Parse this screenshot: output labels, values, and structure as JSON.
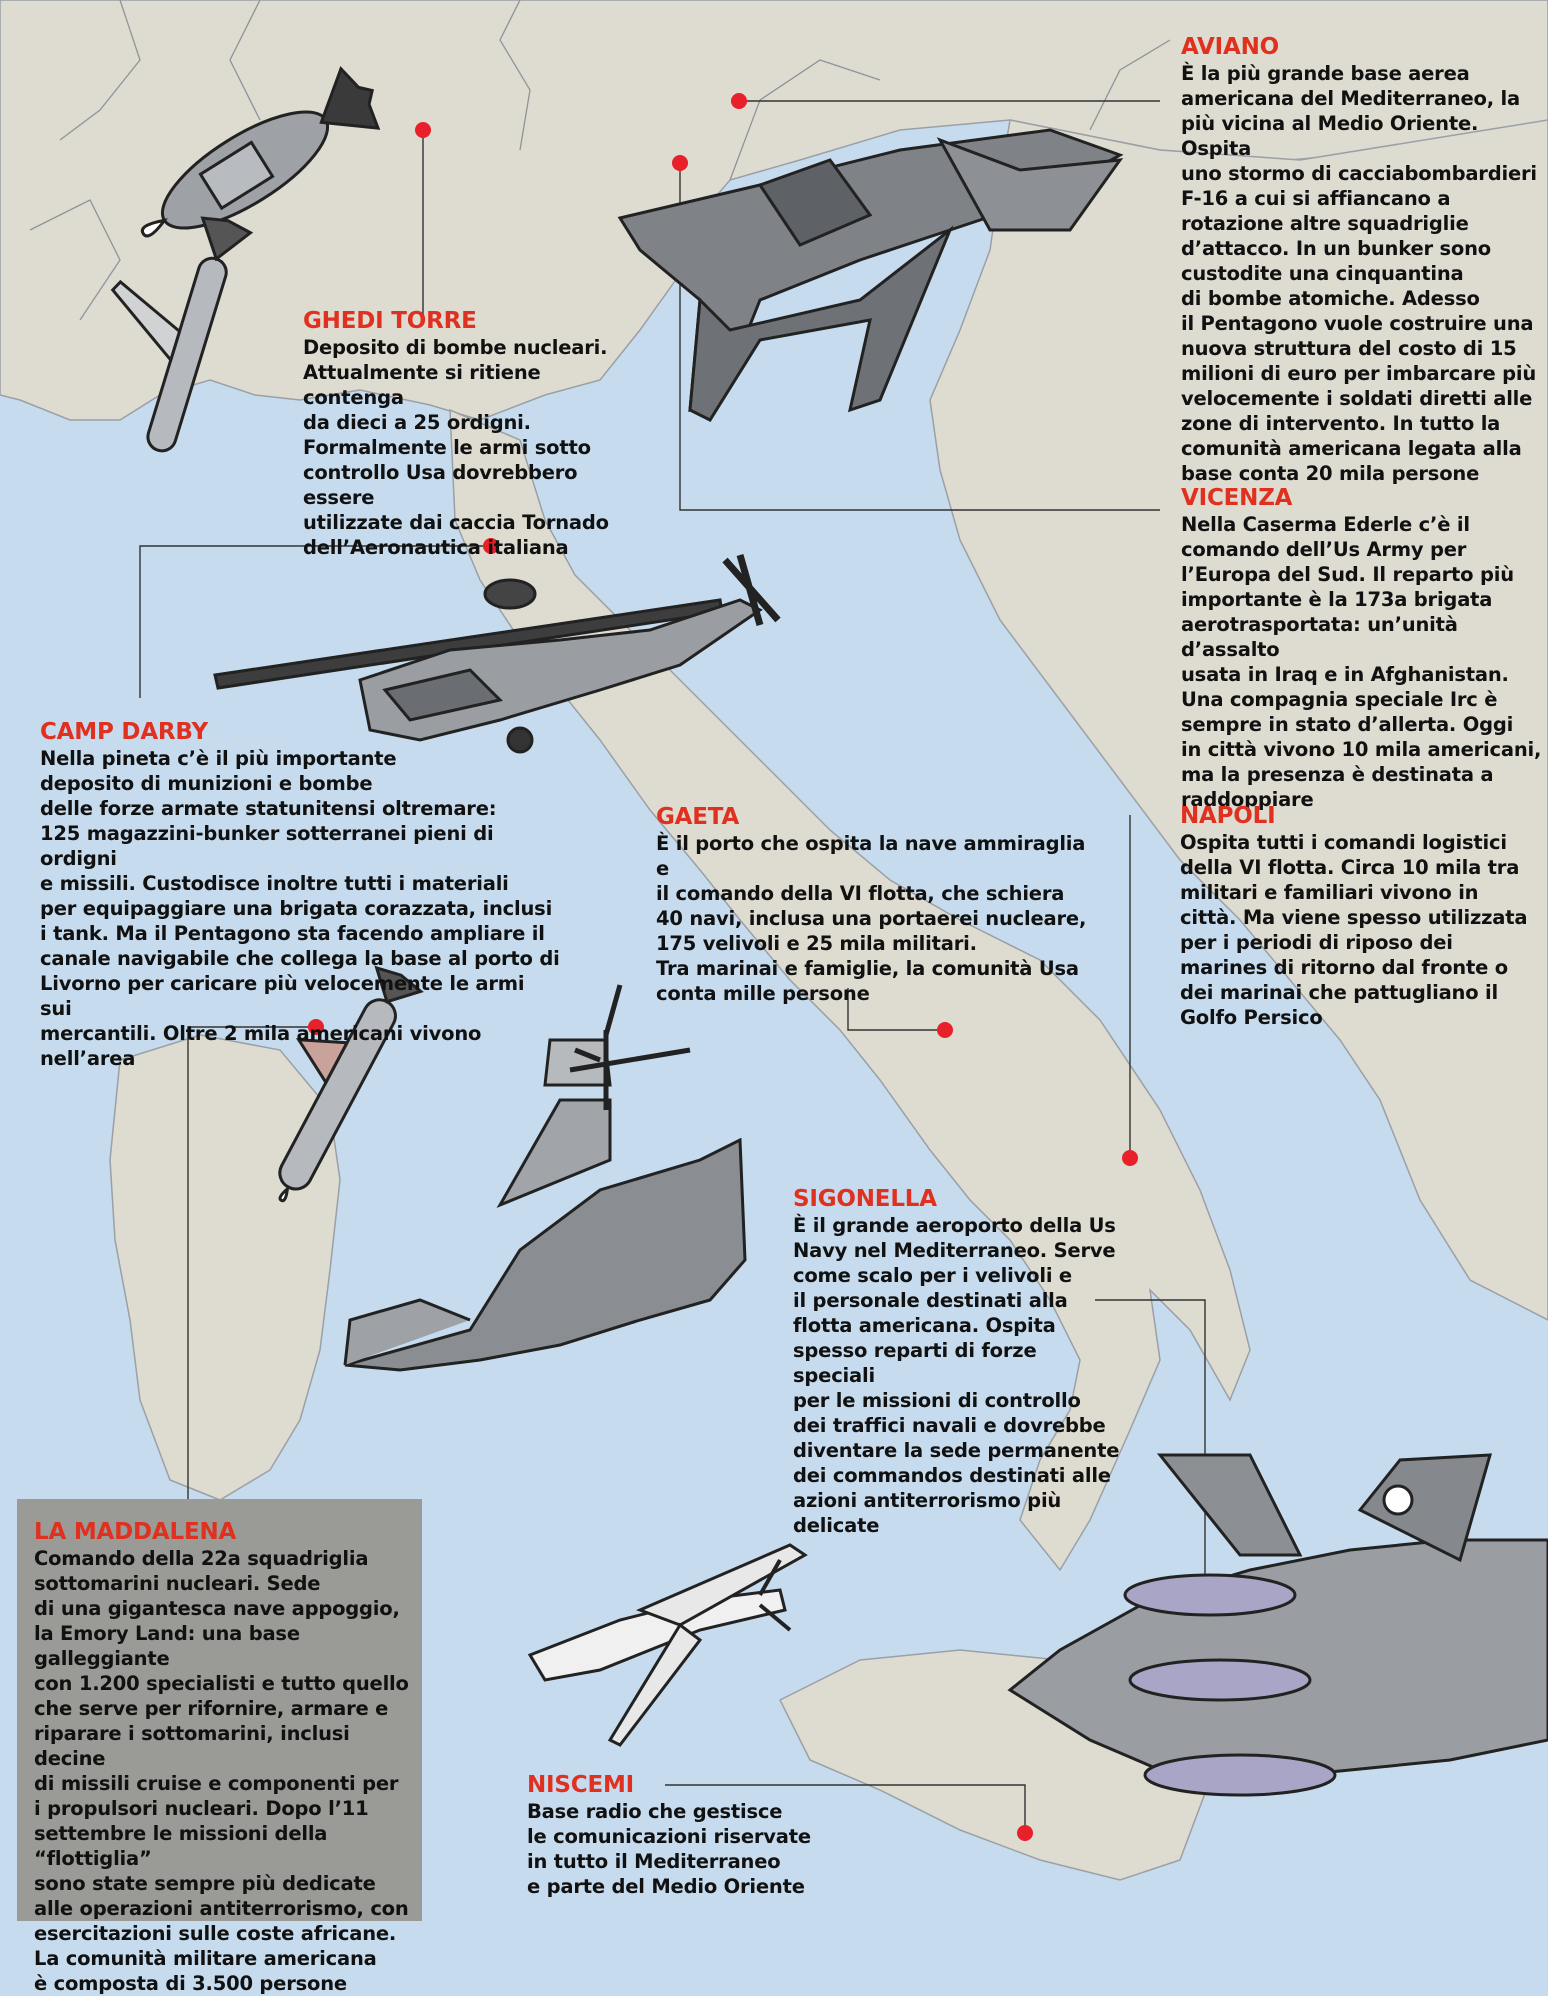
{
  "colors": {
    "sea": "#c6dcee",
    "land": "#dedbd0",
    "title_red": "#e0301f",
    "marker_red": "#e8202a",
    "box_grey": "#9a9a96"
  },
  "locations": [
    {
      "id": "aviano",
      "title": "AVIANO",
      "text": "È la più grande base aerea\namericana del Mediterraneo, la\npiù vicina al Medio Oriente. Ospita\nuno stormo di cacciabombardieri\nF-16 a cui si affiancano a\nrotazione altre squadriglie\nd’attacco. In un bunker sono\ncustodite una cinquantina\ndi bombe atomiche. Adesso\nil Pentagono vuole costruire una\nnuova struttura del costo di 15\nmilioni di euro per imbarcare più\nvelocemente i soldati diretti alle\nzone di intervento. In tutto la\ncomunità americana legata alla\nbase conta 20 mila persone"
    },
    {
      "id": "ghedi",
      "title": "GHEDI TORRE",
      "text": "Deposito di bombe nucleari.\nAttualmente si ritiene contenga\nda dieci a 25 ordigni.\nFormalmente le armi sotto\ncontrollo Usa dovrebbero essere\nutilizzate dai caccia Tornado\ndell’Aeronautica italiana"
    },
    {
      "id": "vicenza",
      "title": "VICENZA",
      "text": "Nella Caserma Ederle c’è il\ncomando dell’Us Army per\nl’Europa del Sud. Il reparto più\nimportante è la 173a brigata\naerotrasportata: un’unità d’assalto\nusata in Iraq e in Afghanistan.\nUna compagnia speciale Irc è\nsempre in stato d’allerta. Oggi\nin città vivono 10 mila americani,\nma la presenza è destinata a\nraddoppiare"
    },
    {
      "id": "camp_darby",
      "title": "CAMP DARBY",
      "text": "Nella pineta c’è il più importante\ndeposito di munizioni e bombe\ndelle forze armate statunitensi oltremare:\n125 magazzini-bunker sotterranei pieni di ordigni\ne missili. Custodisce inoltre tutti i materiali\nper equipaggiare una brigata corazzata, inclusi\ni tank. Ma il Pentagono sta facendo ampliare il\ncanale navigabile che collega la base al porto di\nLivorno per caricare più velocemente le armi sui\nmercantili. Oltre 2 mila americani vivono\nnell’area"
    },
    {
      "id": "gaeta",
      "title": "GAETA",
      "text": "È il porto che ospita la nave ammiraglia e\nil comando della VI flotta, che schiera\n40 navi, inclusa una portaerei nucleare,\n175 velivoli e 25 mila militari.\nTra marinai e famiglie, la comunità Usa\nconta mille persone"
    },
    {
      "id": "napoli",
      "title": "NAPOLI",
      "text": "Ospita tutti i comandi logistici\ndella VI flotta. Circa 10 mila tra\nmilitari e familiari vivono in\ncittà. Ma viene spesso utilizzata\nper i periodi di riposo dei\nmarines di ritorno dal fronte o\ndei marinai che pattugliano il\nGolfo Persico"
    },
    {
      "id": "sigonella",
      "title": "SIGONELLA",
      "text": "È il grande aeroporto della Us\nNavy nel Mediterraneo. Serve\ncome scalo per i velivoli e\nil personale destinati alla\nflotta americana. Ospita\nspesso reparti di forze speciali\nper le missioni di controllo\ndei traffici navali e dovrebbe\ndiventare la sede permanente\ndei commandos destinati alle\nazioni antiterrorismo più\ndelicate"
    },
    {
      "id": "la_maddalena",
      "title": "LA MADDALENA",
      "text": "Comando della 22a squadriglia\nsottomarini nucleari. Sede\ndi una gigantesca nave appoggio,\nla Emory Land: una base galleggiante\ncon 1.200 specialisti e tutto quello\nche serve per rifornire, armare e\nriparare i sottomarini, inclusi decine\ndi missili cruise e componenti per\ni propulsori nucleari. Dopo l’11\nsettembre le missioni della “flottiglia”\nsono state sempre più dedicate\nalle operazioni antiterrorismo, con\nesercitazioni sulle coste africane.\nLa comunità militare americana\nè composta di 3.500 persone"
    },
    {
      "id": "niscemi",
      "title": "NISCEMI",
      "text": "Base radio che gestisce\nle comunicazioni riservate\nin tutto il Mediterraneo\ne parte del Medio Oriente"
    }
  ],
  "icons": [
    "nuclear-bomb-icon",
    "cruise-missile-icon",
    "fighter-jet-icon",
    "attack-helicopter-icon",
    "support-ship-icon",
    "drone-icon",
    "navy-jet-icon"
  ]
}
